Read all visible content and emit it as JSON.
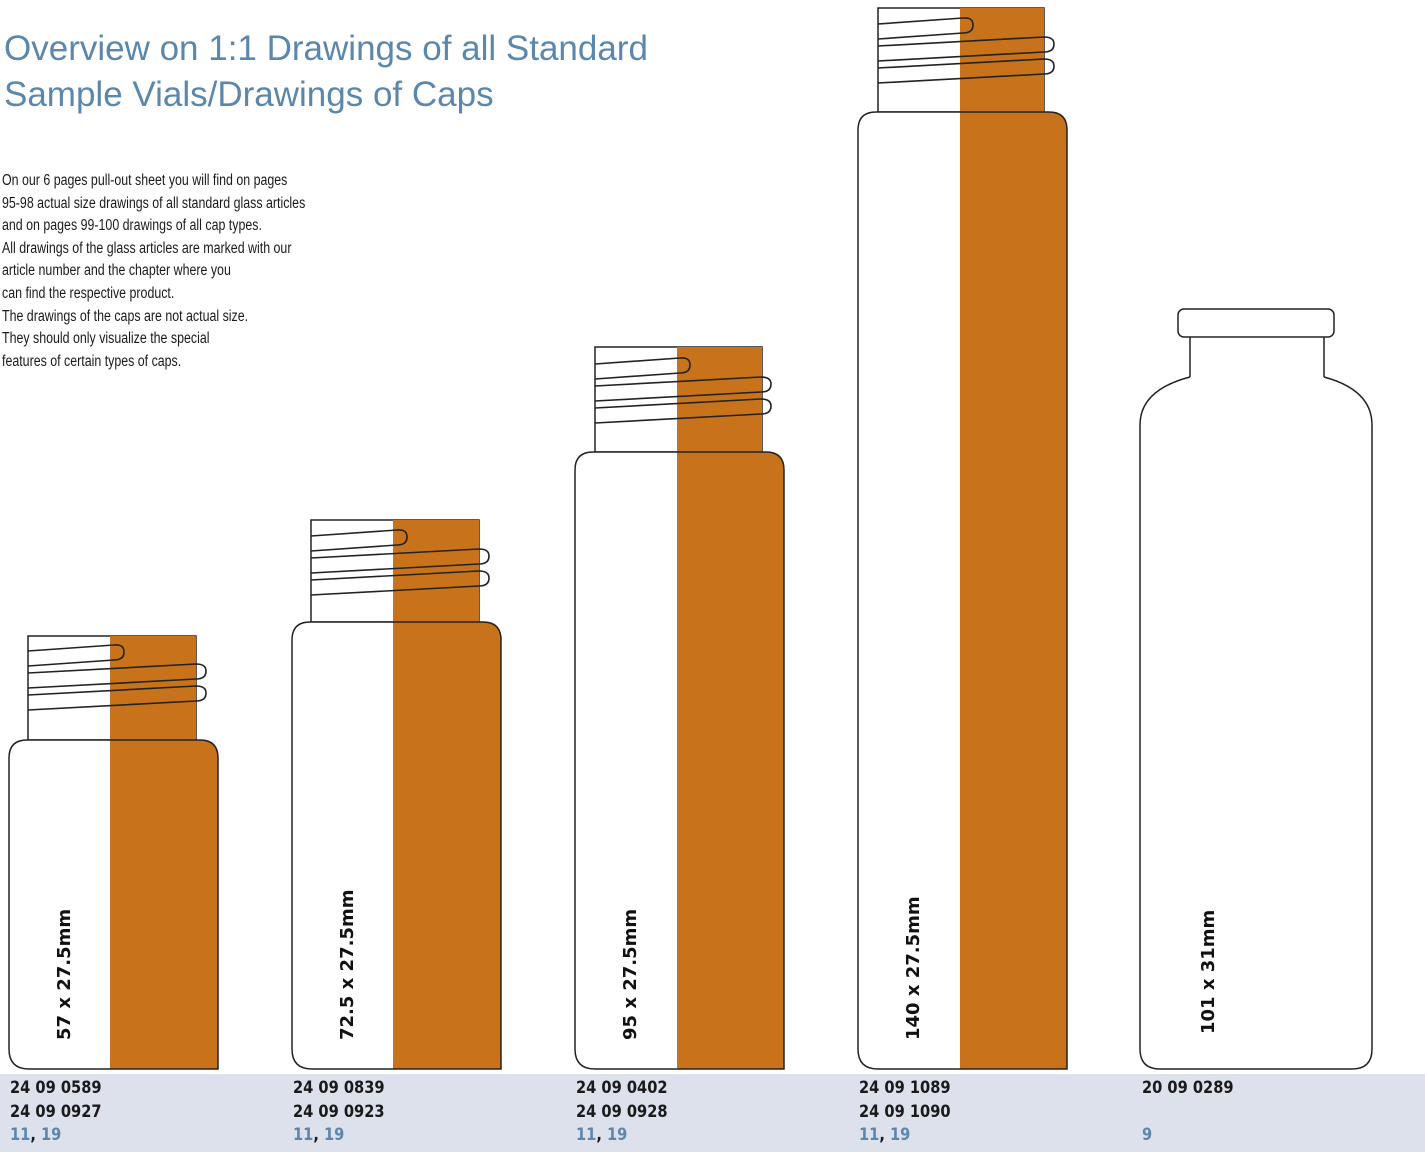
{
  "header": {
    "title_line1": "Overview on 1:1 Drawings of all Standard",
    "title_line2": "Sample Vials/Drawings of Caps"
  },
  "intro": {
    "lines": [
      "On our 6 pages pull-out sheet you will find on pages",
      "95-98 actual size drawings of all standard glass articles",
      "and on pages 99-100 drawings of all cap types.",
      "All drawings of the glass articles are marked with our",
      "article number and the chapter where you",
      "can find the respective product.",
      "The drawings of the caps are not actual size.",
      "They should only visualize the special",
      "features of certain types of caps."
    ]
  },
  "colors": {
    "title": "#5b87ad",
    "amber_glass": "#c8731c",
    "outline": "#222222",
    "footer_band": "#dde1ec",
    "chapter_link": "#5b87ad"
  },
  "vials": [
    {
      "size_label": "57 x 27.5mm",
      "codes": [
        "24 09 0589",
        "24 09 0927"
      ],
      "chapters": [
        "11",
        "19"
      ]
    },
    {
      "size_label": "72.5 x 27.5mm",
      "codes": [
        "24 09 0839",
        "24 09 0923"
      ],
      "chapters": [
        "11",
        "19"
      ]
    },
    {
      "size_label": "95 x 27.5mm",
      "codes": [
        "24 09 0402",
        "24 09 0928"
      ],
      "chapters": [
        "11",
        "19"
      ]
    },
    {
      "size_label": "140 x 27.5mm",
      "codes": [
        "24 09 1089",
        "24 09 1090"
      ],
      "chapters": [
        "11",
        "19"
      ]
    },
    {
      "size_label": "101 x 31mm",
      "codes": [
        "20 09 0289"
      ],
      "chapters": [
        "9"
      ]
    }
  ]
}
